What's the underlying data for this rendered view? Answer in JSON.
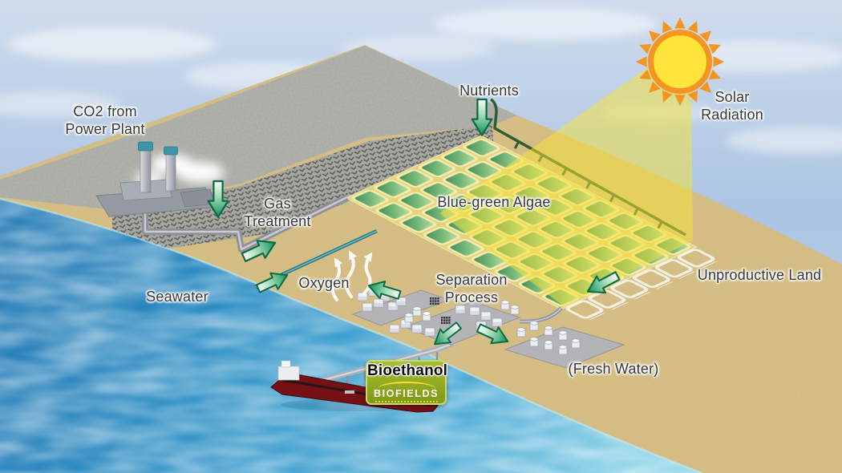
{
  "diagram": {
    "labels": {
      "co2_line1": "CO2 from",
      "co2_line2": "Power Plant",
      "gas_line1": "Gas",
      "gas_line2": "Treatment",
      "nutrients": "Nutrients",
      "solar_line1": "Solar",
      "solar_line2": "Radiation",
      "algae": "Blue-green Algae",
      "seawater": "Seawater",
      "oxygen": "Oxygen",
      "separation_line1": "Separation",
      "separation_line2": "Process",
      "unproductive_land": "Unproductive Land",
      "fresh_water": "(Fresh Water)",
      "bioethanol": "Bioethanol",
      "brand": "BioFields"
    },
    "colors": {
      "sky": "#b9cfe8",
      "sea": "#2b8fc6",
      "sand": "#d9c187",
      "rock": "#b6b6b0",
      "pond_green": "#4f9a63",
      "field_base": "#e6d278",
      "arrow_green": "#0e9158",
      "sun_ring": "#f5941e",
      "sun_core": "#ffe43c",
      "beam": "#f6e339",
      "badge_green": "#8fa71f",
      "pipe_gray": "#9096a0",
      "seawater_pipe": "#2c7886",
      "nutrient_pipe": "#2f5d2f",
      "ship_hull": "#751114",
      "label_text": "#383838"
    }
  }
}
